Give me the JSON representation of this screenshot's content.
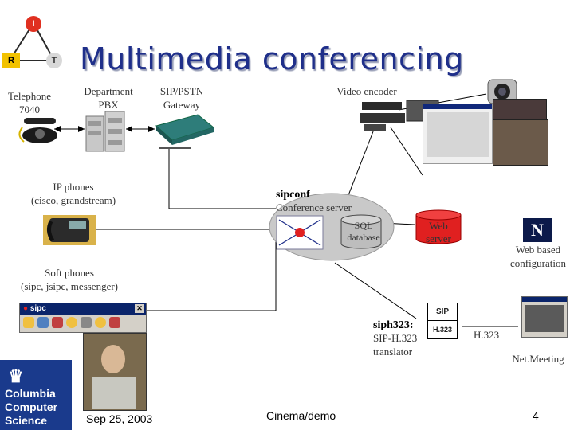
{
  "title": "Multimedia conferencing",
  "logo_letters": {
    "top": "I",
    "left": "R",
    "right": "T"
  },
  "labels": {
    "telephone": [
      "Telephone",
      "7040"
    ],
    "pbx": [
      "Department",
      "PBX"
    ],
    "gateway": [
      "SIP/PSTN",
      "Gateway"
    ],
    "video_encoder": "Video encoder",
    "ip_phones": [
      "IP phones",
      "(cisco, grandstream)"
    ],
    "sipconf": "sipconf",
    "conference_server": "Conference server",
    "sql": [
      "SQL",
      "database"
    ],
    "web_server": [
      "Web",
      "server"
    ],
    "web_config": [
      "Web based",
      "configuration"
    ],
    "soft_phones": [
      "Soft phones",
      "(sipc, jsipc, messenger)"
    ],
    "siph323": "siph323:",
    "siph323_desc": [
      "SIP-H.323",
      "translator"
    ],
    "h323": "H.323",
    "netmeeting": "Net.Meeting",
    "sip_box": "SIP",
    "h323_box": "H.323",
    "n_icon": "N",
    "sipc_window_title": "sipc"
  },
  "columbia": [
    "Columbia",
    "Computer",
    "Science"
  ],
  "footer": {
    "date": "Sep 25, 2003",
    "center": "Cinema/demo",
    "page": "4"
  },
  "colors": {
    "title": "#1f2f8a",
    "logo_bg": "#1a3a8c",
    "cloud": "#c9c9c9",
    "node_red": "#e02020"
  }
}
